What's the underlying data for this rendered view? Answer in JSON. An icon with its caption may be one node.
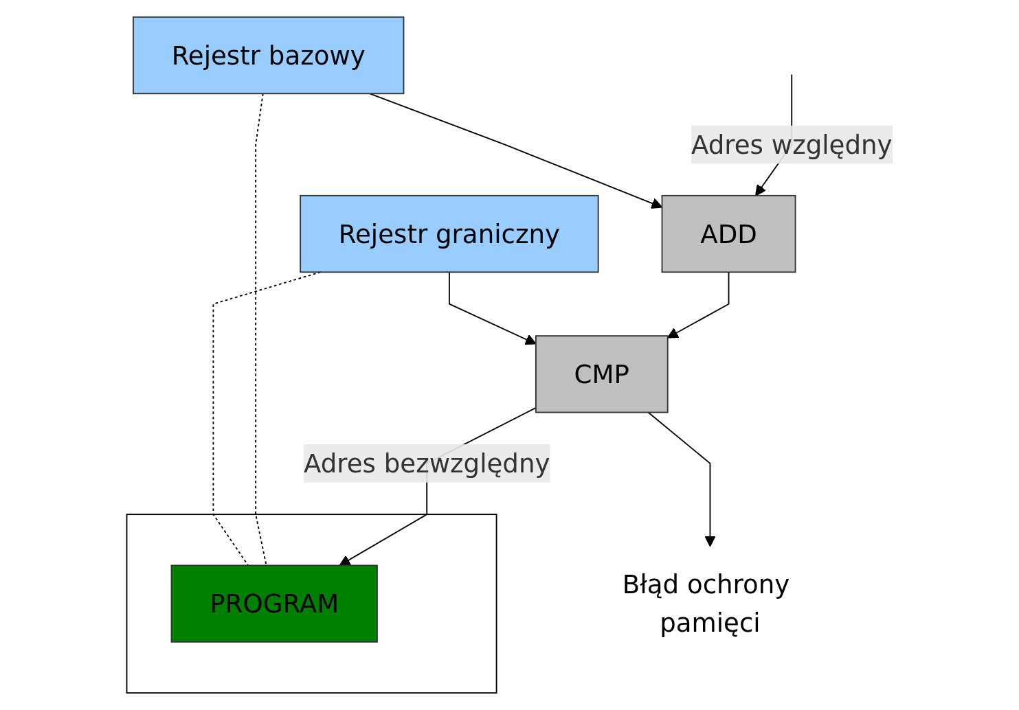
{
  "diagram": {
    "nodes": [
      {
        "text": [
          "Rejestr bazowy"
        ]
      },
      {
        "text": [
          "ADD"
        ]
      },
      {
        "text": [
          "CMP"
        ]
      },
      {
        "text": [
          "Rejestr graniczny"
        ]
      },
      {
        "text": [],
        "shape": "box"
      },
      {
        "text": [
          "PROGRAM"
        ],
        "in": 4
      },
      {
        "text": [
          "Błąd ochrony pamięci"
        ]
      }
    ],
    "edges": [
      {
        "from": null,
        "to": 1,
        "arrow": "to",
        "label": "Adres względny"
      },
      {
        "from": 0,
        "to": 1,
        "arrow": "to"
      },
      {
        "from": 1,
        "to": 2,
        "arrow": "to"
      },
      {
        "from": 3,
        "to": 2,
        "arrow": "to"
      },
      {
        "from": 2,
        "to": 5,
        "arrow": "to",
        "label": "Adres bezwzględny"
      },
      {
        "from": 2,
        "to": 6,
        "arrow": "to"
      },
      {
        "from": 0,
        "to": 5,
        "arrow": "none",
        "style": "dashed"
      },
      {
        "from": 3,
        "to": 5,
        "arrow": "none",
        "style": "dashed"
      }
    ]
  }
}
